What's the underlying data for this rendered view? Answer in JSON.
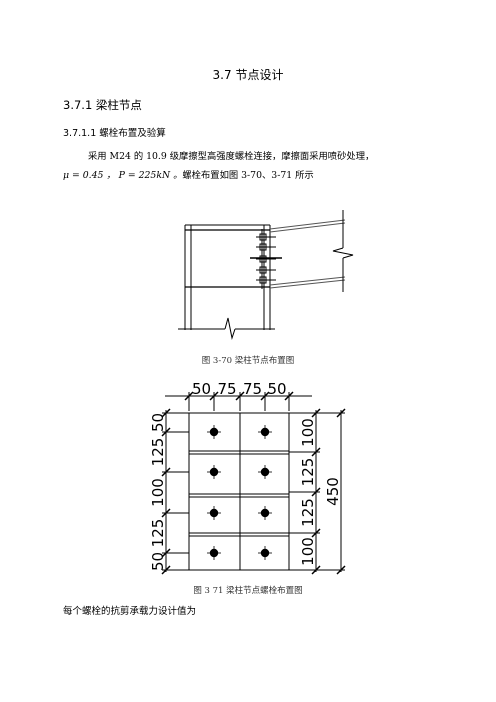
{
  "heading": {
    "section": "3.7 节点设计",
    "subsection": "3.7.1 梁柱节点",
    "subsubsection": "3.7.1.1 螺栓布置及验算"
  },
  "body": {
    "para1": "采用 M24 的 10.9 级摩擦型高强度螺栓连接，摩擦面采用喷砂处理，",
    "para2_formula": "μ = 0.45 ， P = 225kN 。",
    "para2_text": "螺栓布置如图 3-70、3-71 所示",
    "para3": "每个螺栓的抗剪承载力设计值为"
  },
  "figures": {
    "fig70": {
      "caption": "图 3-70 梁柱节点布置图"
    },
    "fig71": {
      "caption": "图 3 71 梁柱节点螺栓布置图",
      "top_dims": [
        "50",
        "75",
        "75",
        "50"
      ],
      "left_dims": [
        "50",
        "125",
        "100",
        "125",
        "50"
      ],
      "right_dims": [
        "100",
        "125",
        "125",
        "100"
      ],
      "total_dim": "450"
    }
  }
}
